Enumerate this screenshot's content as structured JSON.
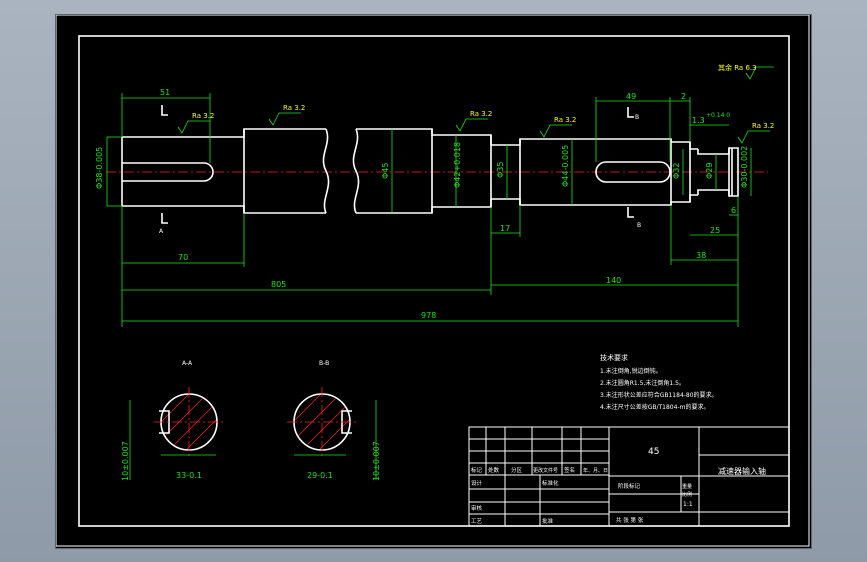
{
  "dims": {
    "d51": "51",
    "d70": "70",
    "d805": "805",
    "d978": "978",
    "d49": "49",
    "d2": "2",
    "d1_3": "1.3",
    "d1_3_sup": "+0.14 0",
    "d17": "17",
    "d140": "140",
    "d25": "25",
    "d38": "38",
    "d6": "6",
    "dia38": "Φ38-0.005",
    "dia45": "Φ45",
    "dia42": "Φ42+0.018",
    "dia35": "Φ35",
    "dia44": "Φ44-0.005",
    "dia32": "Φ32",
    "dia29": "Φ29",
    "dia30": "Φ30-0.002"
  },
  "roughness": {
    "ra32": "Ra 3.2",
    "ra63_label": "其余 Ra 6.3"
  },
  "section_marks": {
    "A": "A",
    "B": "B"
  },
  "sections": {
    "aa_title": "A-A",
    "bb_title": "B-B",
    "aa_width": "33-0.1",
    "aa_height": "10±0.007",
    "bb_width": "29-0.1",
    "bb_height": "10±0.007"
  },
  "tech_req": {
    "title": "技术要求",
    "items": [
      "1.未注倒角,锐边倒钝。",
      "2.未注圆角R1.5,未注倒角1.5。",
      "3.未注形状公差应符合GB1184-80的要求。",
      "4.未注尺寸公差按GB/T1804-m的要求。"
    ]
  },
  "title_block": {
    "material": "45",
    "part_name": "减速器输入轴",
    "h_mark": "标记",
    "h_qty": "处数",
    "h_zone": "分区",
    "h_doc": "更改文件号",
    "h_sign": "签名",
    "h_date": "年、月、日",
    "design": "设计",
    "standard": "标准化",
    "check": "审核",
    "process": "工艺",
    "approve": "批准",
    "stage": "阶段标记",
    "weight": "重量",
    "scale": "比例",
    "scale_val": "1:1",
    "sheets": "共   张   第   张"
  }
}
